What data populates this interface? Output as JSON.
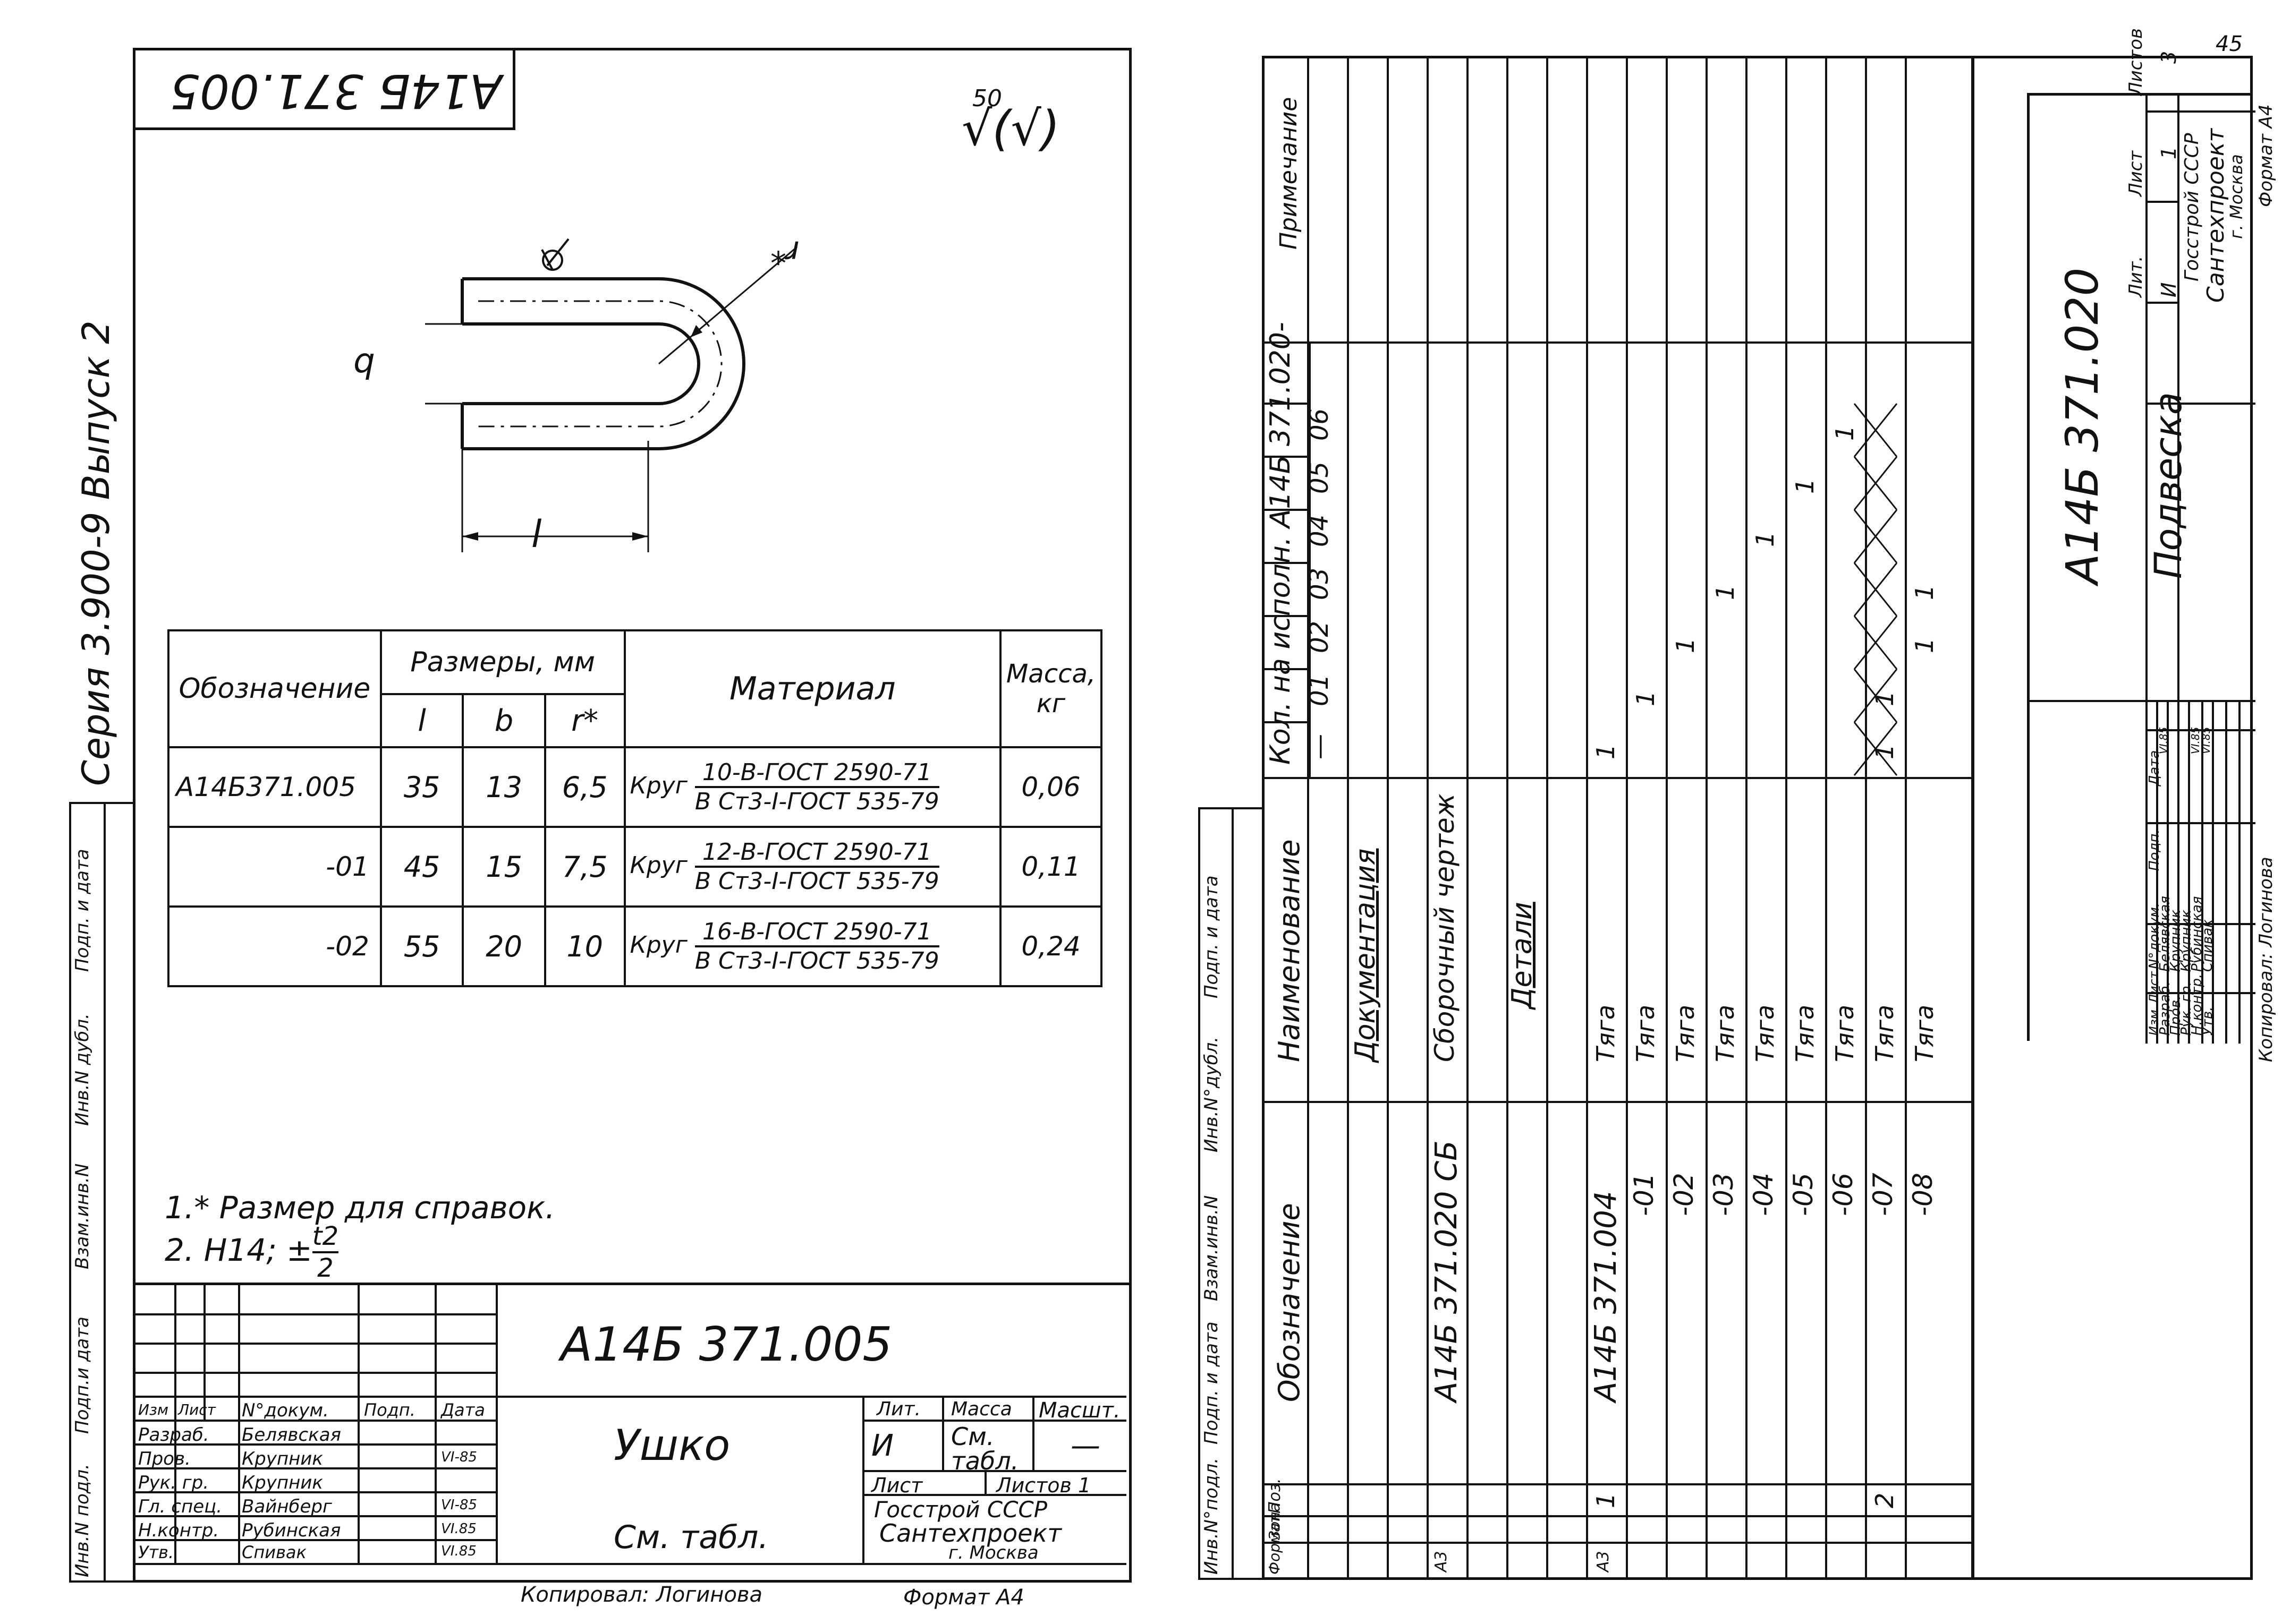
{
  "left_sheet": {
    "series_text": "Серия 3.900-9 Выпуск 2",
    "top_stamp": "А14Б 371.005",
    "roughness": {
      "value": "50",
      "symbol": "√(√)"
    },
    "drawing_labels": {
      "b": "b",
      "l": "l",
      "r": "r*"
    },
    "side_column": [
      "Инв.N подл.",
      "Подп.и дата",
      "Взам.инв.N",
      "Инв.N дубл.",
      "Подп. и дата"
    ],
    "table": {
      "header": {
        "designation": "Обозначение",
        "sizes": "Размеры, мм",
        "l": "l",
        "b": "b",
        "r": "r*",
        "material": "Материал",
        "mass": "Масса, кг"
      },
      "rows": [
        {
          "designation": "А14Б371.005",
          "l": "35",
          "b": "13",
          "r": "6,5",
          "material_prefix": "Круг",
          "material_top": "10-B-ГОСТ 2590-71",
          "material_bottom": "B Ст3-I-ГОСТ 535-79",
          "mass": "0,06"
        },
        {
          "designation": "-01",
          "l": "45",
          "b": "15",
          "r": "7,5",
          "material_prefix": "Круг",
          "material_top": "12-B-ГОСТ 2590-71",
          "material_bottom": "B Ст3-I-ГОСТ 535-79",
          "mass": "0,11"
        },
        {
          "designation": "-02",
          "l": "55",
          "b": "20",
          "r": "10",
          "material_prefix": "Круг",
          "material_top": "16-B-ГОСТ 2590-71",
          "material_bottom": "B Ст3-I-ГОСТ 535-79",
          "mass": "0,24"
        }
      ]
    },
    "notes": {
      "n1": "1.* Размер для справок.",
      "n2_prefix": "2. H14; ±",
      "n2_num": "t2",
      "n2_den": "2"
    },
    "title_block": {
      "code": "А14Б 371.005",
      "name": "Ушко",
      "material": "См. табл.",
      "head": [
        "Изм",
        "Лист",
        "N°докум.",
        "Подп.",
        "Дата"
      ],
      "roles": [
        {
          "role": "Разраб.",
          "person": "Белявская",
          "date": ""
        },
        {
          "role": "Пров.",
          "person": "Крупник",
          "date": "VI-85"
        },
        {
          "role": "Рук. гр.",
          "person": "Крупник",
          "date": ""
        },
        {
          "role": "Гл. спец.",
          "person": "Вайнберг",
          "date": "VI-85"
        },
        {
          "role": "Н.контр.",
          "person": "Рубинская",
          "date": "VI.85"
        },
        {
          "role": "Утв.",
          "person": "Спивак",
          "date": "VI.85"
        }
      ],
      "lit_label": "Лит.",
      "lit_value": "И",
      "mass_label": "Масса",
      "mass_value": "См. табл.",
      "scale_label": "Масшт.",
      "scale_value": "—",
      "sheet_label": "Лист",
      "sheets_label": "Листов 1",
      "org1": "Госстрой СССР",
      "org2": "Сантехпроект",
      "org3": "г. Москва"
    },
    "copied": "Копировал: Логинова",
    "format": "Формат А4"
  },
  "right_sheet": {
    "page_no": "45",
    "spec": {
      "col_format": "Формат",
      "col_zone": "Зона",
      "col_pos": "Поз.",
      "col_designation": "Обозначение",
      "col_name": "Наименование",
      "col_qty_title": "Кол. на исполн. А14Б 371.020-",
      "qty_heads": [
        "—",
        "01",
        "02",
        "03",
        "04",
        "05",
        "06"
      ],
      "col_note": "Примечание",
      "rows": [
        {
          "format": "",
          "pos": "",
          "designation": "",
          "name": "Документация",
          "qty": [
            "",
            "",
            "",
            "",
            "",
            "",
            ""
          ]
        },
        {
          "format": "А3",
          "pos": "",
          "designation": "А14Б 371.020 СБ",
          "name": "Сборочный чертеж",
          "qty": [
            "",
            "",
            "",
            "",
            "",
            "",
            ""
          ]
        },
        {
          "format": "",
          "pos": "",
          "designation": "",
          "name": "Детали",
          "qty": [
            "",
            "",
            "",
            "",
            "",
            "",
            ""
          ]
        },
        {
          "format": "А3",
          "pos": "1",
          "designation": "А14Б 371.004",
          "name": "Тяга",
          "qty": [
            "1",
            "",
            "",
            "",
            "",
            "",
            ""
          ]
        },
        {
          "format": "",
          "pos": "",
          "designation": "-01",
          "name": "Тяга",
          "qty": [
            "",
            "1",
            "",
            "",
            "",
            "",
            ""
          ]
        },
        {
          "format": "",
          "pos": "",
          "designation": "-02",
          "name": "Тяга",
          "qty": [
            "",
            "",
            "1",
            "",
            "",
            "",
            ""
          ]
        },
        {
          "format": "",
          "pos": "",
          "designation": "-03",
          "name": "Тяга",
          "qty": [
            "",
            "",
            "",
            "1",
            "",
            "",
            ""
          ]
        },
        {
          "format": "",
          "pos": "",
          "designation": "-04",
          "name": "Тяга",
          "qty": [
            "",
            "",
            "",
            "",
            "1",
            "",
            ""
          ]
        },
        {
          "format": "",
          "pos": "",
          "designation": "-05",
          "name": "Тяга",
          "qty": [
            "",
            "",
            "",
            "",
            "",
            "1",
            ""
          ]
        },
        {
          "format": "",
          "pos": "",
          "designation": "-06",
          "name": "Тяга",
          "qty": [
            "",
            "",
            "",
            "",
            "",
            "",
            "1"
          ]
        },
        {
          "format": "",
          "pos": "2",
          "designation": "-07",
          "name": "Тяга",
          "qty": [
            "1",
            "1",
            "",
            "",
            "",
            "",
            ""
          ]
        },
        {
          "format": "",
          "pos": "",
          "designation": "-08",
          "name": "Тяга",
          "qty": [
            "",
            "",
            "1",
            "1",
            "",
            "",
            ""
          ]
        }
      ]
    },
    "side_column": [
      "Инв.N°подл.",
      "Подп. и дата",
      "Взам.инв.N",
      "Инв.N°дубл.",
      "Подп. и дата"
    ],
    "title_block": {
      "code": "А14Б 371.020",
      "name": "Подвеска",
      "head": [
        "Изм",
        "Лист",
        "N°докум.",
        "Подп.",
        "Дата"
      ],
      "roles": [
        {
          "role": "Разраб.",
          "person": "Белявская",
          "date": "VI.85"
        },
        {
          "role": "Пров.",
          "person": "Крупник",
          "date": ""
        },
        {
          "role": "Рук. гр.",
          "person": "Крупник",
          "date": ""
        },
        {
          "role": "Н.контр.",
          "person": "Рубинская",
          "date": "VI.85"
        },
        {
          "role": "Утв.",
          "person": "Спивак",
          "date": "VI.85"
        }
      ],
      "lit_label": "Лит.",
      "sheet_label": "Лист",
      "sheets_label": "Листов",
      "lit_value": "И",
      "sheet_value": "1",
      "sheets_value": "3",
      "org1": "Госстрой СССР",
      "org2": "Сантехпроект",
      "org3": "г. Москва"
    },
    "copied": "Копировал: Логинова",
    "format": "Формат А4"
  }
}
